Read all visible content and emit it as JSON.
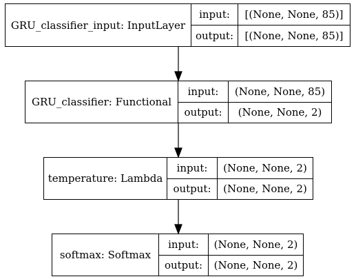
{
  "nodes": [
    {
      "title": "GRU_classifier_input: InputLayer",
      "input_label": "input:",
      "output_label": "output:",
      "input_value": "[(None, None, 85)]",
      "output_value": "[(None, None, 85)]"
    },
    {
      "title": "GRU_classifier: Functional",
      "input_label": "input:",
      "output_label": "output:",
      "input_value": "(None, None, 85)",
      "output_value": "(None, None, 2)"
    },
    {
      "title": "temperature: Lambda",
      "input_label": "input:",
      "output_label": "output:",
      "input_value": "(None, None, 2)",
      "output_value": "(None, None, 2)"
    },
    {
      "title": "softmax: Softmax",
      "input_label": "input:",
      "output_label": "output:",
      "input_value": "(None, None, 2)",
      "output_value": "(None, None, 2)"
    }
  ]
}
